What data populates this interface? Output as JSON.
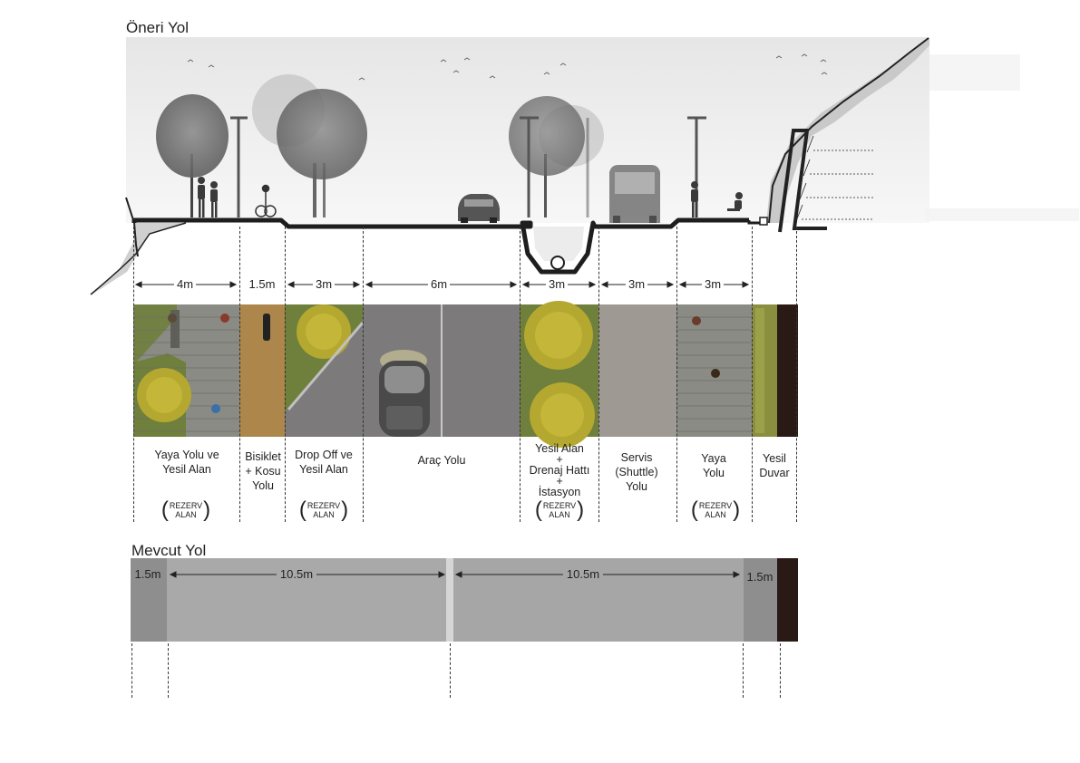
{
  "proposed": {
    "title": "Öneri Yol",
    "dimensions": [
      "4m",
      "1.5m",
      "3m",
      "6m",
      "3m",
      "3m",
      "3m"
    ],
    "zones": [
      {
        "label": "Yaya Yolu ve Yesil Alan",
        "reserve": true
      },
      {
        "label": "Bisiklet + Kosu Yolu",
        "reserve": false
      },
      {
        "label": "Drop Off ve Yesil Alan",
        "reserve": true
      },
      {
        "label": "Araç Yolu",
        "reserve": false
      },
      {
        "label": "Yesil Alan + Drenaj Hattı + İstasyon",
        "reserve": true
      },
      {
        "label": "Servis (Shuttle) Yolu",
        "reserve": false
      },
      {
        "label": "Yaya Yolu",
        "reserve": true
      },
      {
        "label": "Yesil Duvar",
        "reserve": false
      }
    ],
    "zone_lines": {
      "z0": [
        "Yaya Yolu ve",
        "Yesil Alan"
      ],
      "z1": [
        "Bisiklet",
        "+ Kosu",
        "Yolu"
      ],
      "z2": [
        "Drop Off ve",
        "Yesil Alan"
      ],
      "z3": [
        "Araç Yolu"
      ],
      "z4": [
        "Yesil Alan",
        "+",
        "Drenaj Hattı",
        "+",
        "İstasyon"
      ],
      "z5": [
        "Servis",
        "(Shuttle)",
        "Yolu"
      ],
      "z6": [
        "Yaya",
        "Yolu"
      ],
      "z7": [
        "Yesil",
        "Duvar"
      ]
    },
    "reserve_label": {
      "line1": "REZERV",
      "line2": "ALAN"
    }
  },
  "existing": {
    "title": "Mevcut Yol",
    "dimensions": [
      "1.5m",
      "10.5m",
      "10.5m",
      "1.5m"
    ]
  },
  "colors": {
    "asphalt": "#7d7a7c",
    "paving": "#8a8b84",
    "grass": "#6f7f3c",
    "shrub": "#b4a830",
    "bike_path": "#b08a4e",
    "green_wall": "#8a8f40",
    "wall": "#2a1a16",
    "section_line": "#1e1e1e",
    "existing_road": "#a9a9a9"
  }
}
